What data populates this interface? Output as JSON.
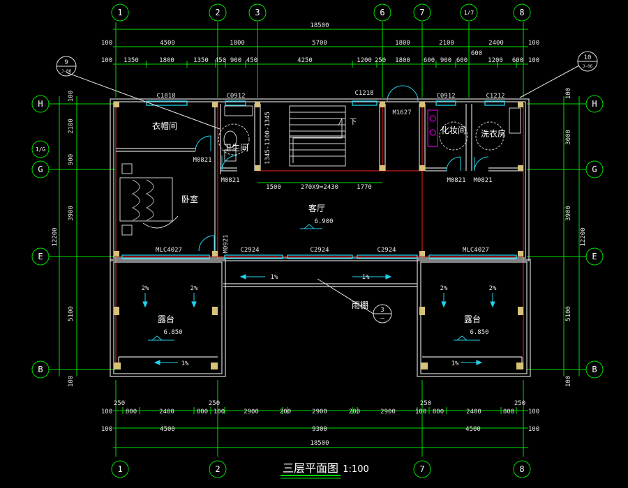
{
  "title": "三层平面图",
  "scale": "1:100",
  "grid_top": [
    "1",
    "2",
    "3",
    "6",
    "7",
    "1/7",
    "8"
  ],
  "grid_bottom": [
    "1",
    "2",
    "7",
    "8"
  ],
  "grid_left": [
    "H",
    "1/G",
    "G",
    "E",
    "B"
  ],
  "grid_right": [
    "H",
    "G",
    "E",
    "B"
  ],
  "dims_top_total": "18500",
  "dims_top_row2": [
    "100",
    "4500",
    "1800",
    "5700",
    "1800",
    "2100",
    "2400",
    "100"
  ],
  "dims_top_row2_extra": "600",
  "dims_top_row3": [
    "100",
    "1350",
    "1800",
    "1350",
    "450",
    "900",
    "450",
    "4250",
    "1200",
    "250",
    "1800",
    "600",
    "900",
    "600",
    "1200",
    "600",
    "100"
  ],
  "dims_left_top": "100",
  "dims_left": [
    "2100",
    "900",
    "3900",
    "5100"
  ],
  "dims_left_total": "12200",
  "dims_left_bottom": "100",
  "dims_right_top": "100",
  "dims_right": [
    "3000",
    "3900",
    "5100"
  ],
  "dims_right_total": "12200",
  "dims_right_bottom": "100",
  "dims_bottom_row1": [
    "100",
    "250",
    "800",
    "2400",
    "800",
    "250",
    "100",
    "2900",
    "200",
    "2900",
    "200",
    "2900",
    "100",
    "250",
    "800",
    "2400",
    "800",
    "250",
    "100"
  ],
  "dims_bottom_row2": [
    "100",
    "4500",
    "9300",
    "4500",
    "100"
  ],
  "dims_bottom_total": "18500",
  "rooms": {
    "closet": "衣帽间",
    "bath": "卫生间",
    "bedroom": "卧室",
    "living": "客厅",
    "living_level": "6.900",
    "makeup": "化妆间",
    "laundry": "洗衣房",
    "canopy": "雨棚",
    "terrace": "露台",
    "terrace_level": "6.850",
    "stair_down": "下"
  },
  "openings": {
    "c1818": "C1818",
    "c0912a": "C0912",
    "c1218": "C1218",
    "m1627": "M1627",
    "c0912b": "C0912",
    "c1212": "C1212",
    "m0821_closet": "M0821",
    "m0821_bath": "M0821",
    "m0821_makeup": "M0821",
    "m0821_laundry": "M0821",
    "m0921": "M0921",
    "mlc_left": "MLC4027",
    "mlc_right": "MLC4027",
    "c2924": [
      "C2924",
      "C2924",
      "C2924"
    ]
  },
  "stair_dims": [
    "1500",
    "270X9=2430",
    "1770"
  ],
  "stair_vert": "1345-1100-1345",
  "slopes": [
    "1%",
    "1%",
    "2%",
    "2%",
    "2%",
    "2%",
    "1%",
    "1%"
  ],
  "detail_refs": [
    {
      "num": "9",
      "sheet": "J-06"
    },
    {
      "num": "10",
      "sheet": "J-06"
    },
    {
      "num": "3",
      "sheet": "—"
    }
  ],
  "colors": {
    "dim": "#00e000",
    "wall": "#d7d7d7",
    "axis": "#ff2020",
    "window": "#22d3ee",
    "column": "#d8c27a"
  }
}
